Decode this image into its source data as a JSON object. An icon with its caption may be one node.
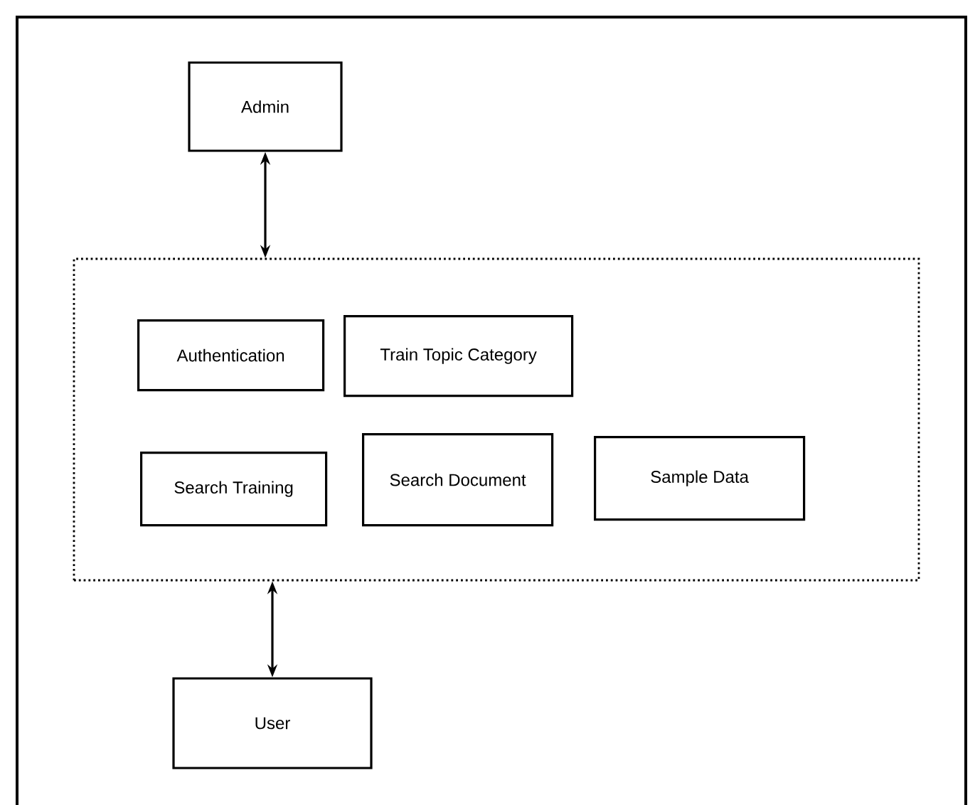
{
  "diagram": {
    "nodes": [
      {
        "text": [
          "Admin"
        ]
      },
      {
        "text": [],
        "shape": "box"
      },
      {
        "text": [
          "Authentication"
        ],
        "in": 1
      },
      {
        "text": [
          "Train Topic Category"
        ],
        "in": 1
      },
      {
        "text": [
          "Search Training"
        ],
        "in": 1
      },
      {
        "text": [
          "Search Document"
        ],
        "in": 1
      },
      {
        "text": [
          "Sample Data"
        ],
        "in": 1
      },
      {
        "text": [
          "User"
        ]
      }
    ],
    "edges": [
      {
        "from": 0,
        "to": 1,
        "arrow": "both"
      },
      {
        "from": 1,
        "to": 7,
        "arrow": "both"
      }
    ]
  }
}
